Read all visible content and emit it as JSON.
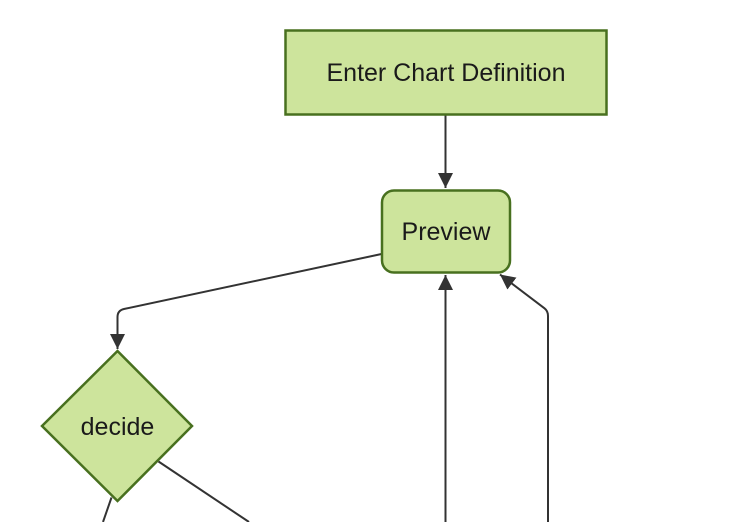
{
  "diagram": {
    "type": "flowchart",
    "orientation": "top-down",
    "background": "#ffffff",
    "nodes": [
      {
        "id": "enter-chart-definition",
        "label": "Enter Chart Definition",
        "shape": "rectangle"
      },
      {
        "id": "preview",
        "label": "Preview",
        "shape": "rounded-rectangle"
      },
      {
        "id": "decide",
        "label": "decide",
        "shape": "diamond"
      }
    ],
    "edges": [
      {
        "from": "enter-chart-definition",
        "to": "preview",
        "arrowhead": true
      },
      {
        "from": "preview",
        "to": "decide",
        "arrowhead": true
      },
      {
        "from": "offscreen-bottom-center",
        "to": "preview",
        "arrowhead": true
      },
      {
        "from": "offscreen-bottom-right",
        "to": "preview",
        "arrowhead": true
      },
      {
        "from": "decide",
        "to": "offscreen-bottom-left",
        "arrowhead": false
      },
      {
        "from": "decide",
        "to": "offscreen-bottom-right",
        "arrowhead": false
      }
    ],
    "colors": {
      "node_fill": "#cde49c",
      "node_border": "#48701f",
      "edge": "#333333",
      "label_text": "#1a1a1a",
      "background": "#ffffff"
    }
  }
}
